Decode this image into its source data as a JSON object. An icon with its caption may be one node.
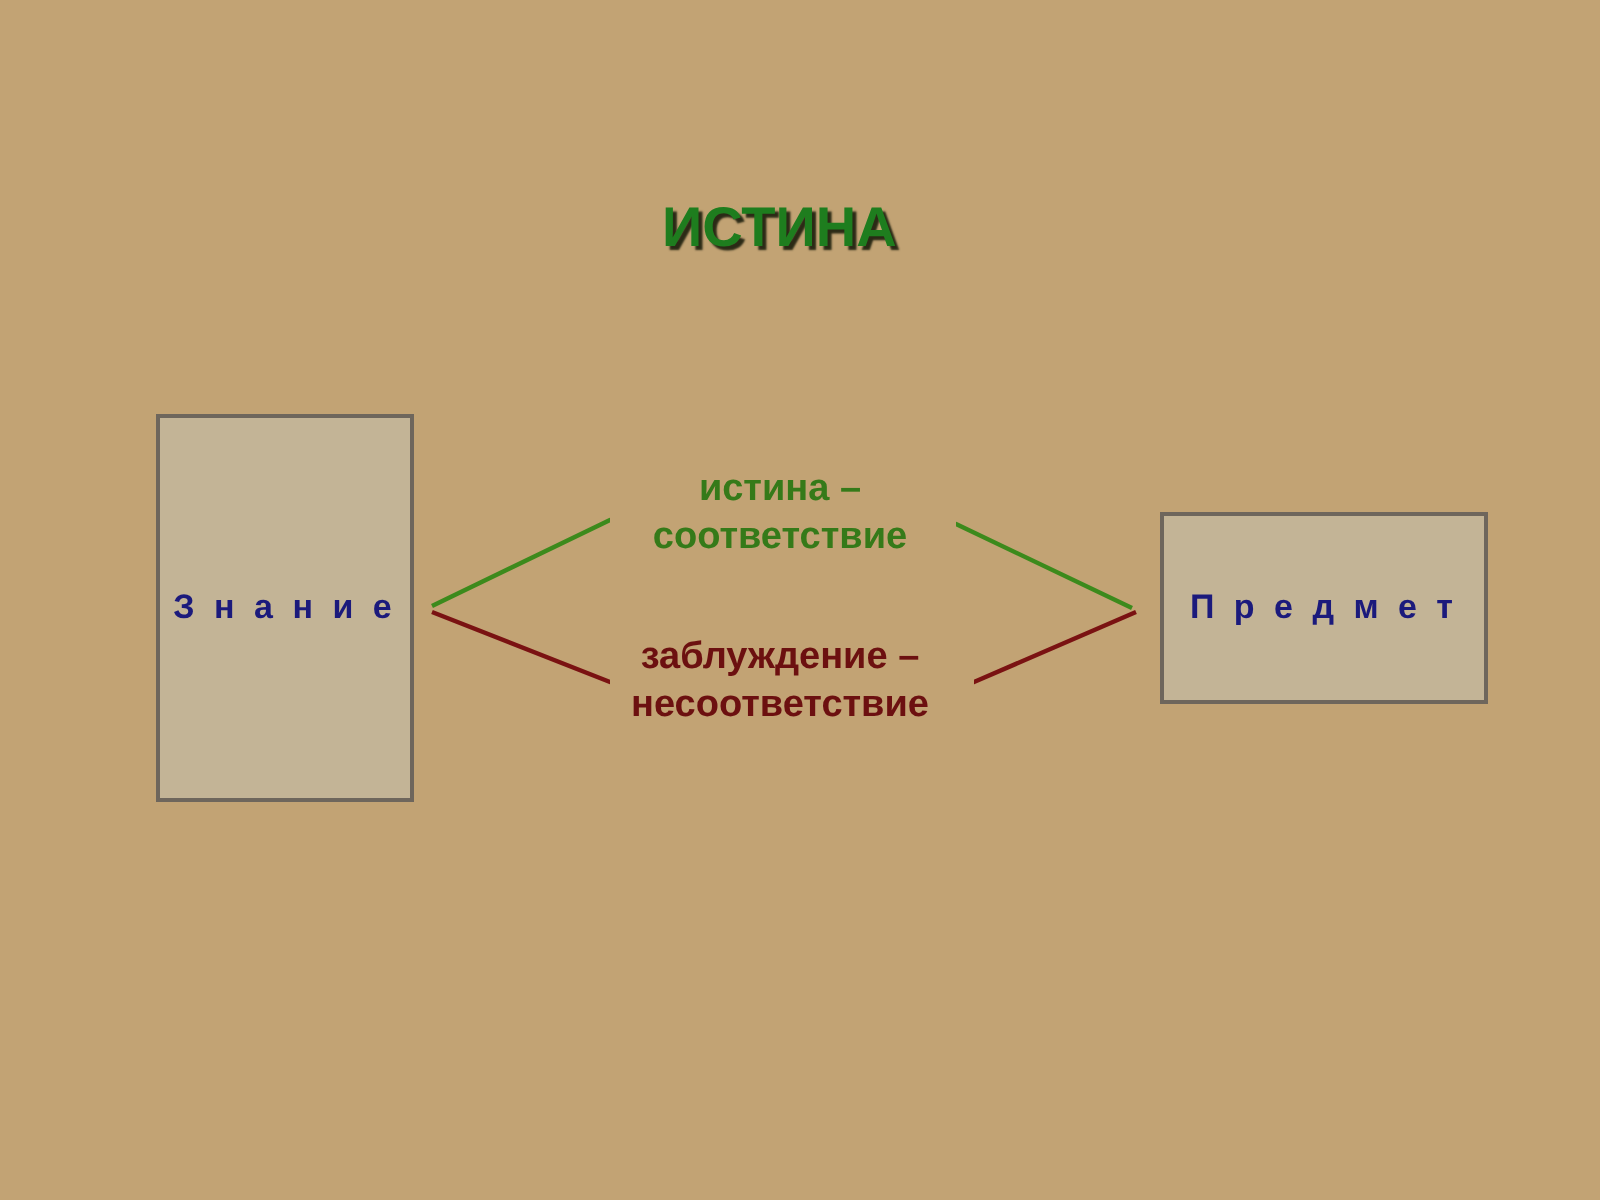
{
  "diagram": {
    "title": "ИСТИНА",
    "nodes": [
      {
        "text": [
          "З н а н и е"
        ]
      },
      {
        "text": [
          "П р е д м е т"
        ]
      }
    ],
    "edges": [
      {
        "from": 0,
        "to": 1,
        "arrow": "none",
        "label": "истина – соответствие",
        "color": "#3c8a1c"
      },
      {
        "from": 0,
        "to": 1,
        "arrow": "none",
        "label": "заблуждение – несоответствие",
        "color": "#7a1212"
      }
    ]
  }
}
